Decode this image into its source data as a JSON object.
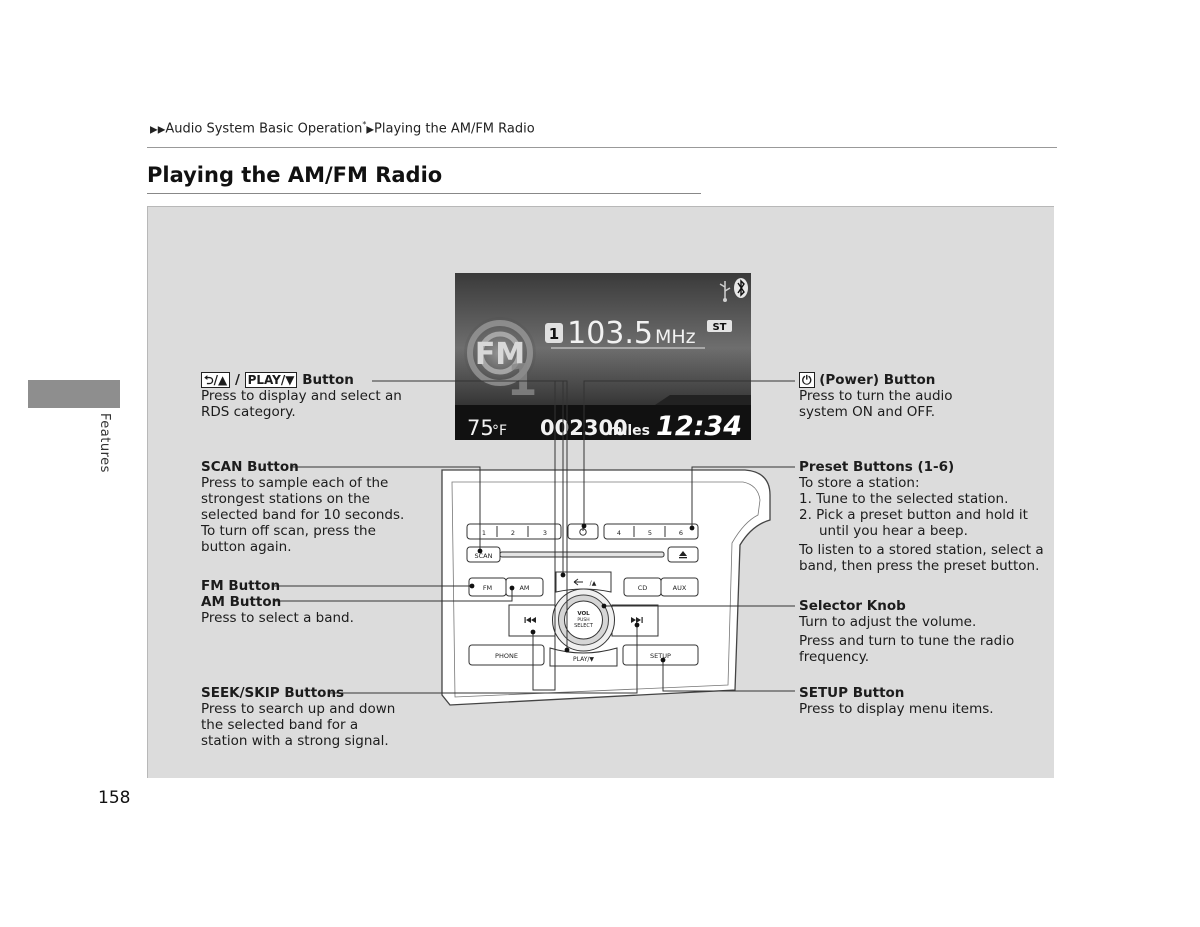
{
  "breadcrumb": {
    "part1": "Audio System Basic Operation",
    "asterisk": "*",
    "part2": "Playing the AM/FM Radio"
  },
  "page_title": "Playing the AM/FM Radio",
  "side_tab": {
    "label": "Features"
  },
  "page_number": "158",
  "display": {
    "band": "FM",
    "preset_number": "1",
    "big_preset": "1",
    "frequency": "103.5",
    "frequency_unit": "MHz",
    "stereo_badge": "ST",
    "temperature": "75",
    "temperature_unit": "°F",
    "odometer": "002300",
    "odometer_unit": "miles",
    "clock": "12:34"
  },
  "unit": {
    "preset_labels": [
      "1",
      "2",
      "3",
      "4",
      "5",
      "6"
    ],
    "scan": "SCAN",
    "fm": "FM",
    "am": "AM",
    "back_label": "/▲",
    "cd": "CD",
    "aux": "AUX",
    "knob_vol": "VOL",
    "knob_push": "PUSH",
    "knob_select": "SELECT",
    "play_label": "PLAY/▼",
    "phone": "PHONE",
    "setup": "SETUP"
  },
  "callouts": {
    "back_play": {
      "key_back": "/▲",
      "separator": "/",
      "key_play": "PLAY/▼",
      "title": "Button",
      "lines": [
        "Press to display and select an",
        "RDS category."
      ]
    },
    "power": {
      "title": "(Power) Button",
      "lines": [
        "Press to turn the audio",
        "system ON and OFF."
      ]
    },
    "scan": {
      "title": "SCAN Button",
      "lines": [
        "Press to sample each of the",
        "strongest stations on the",
        "selected band for 10 seconds.",
        "To turn off scan, press the",
        "button again."
      ]
    },
    "preset": {
      "title": "Preset Buttons (1-6)",
      "intro": "To store a station:",
      "step1": "1.  Tune to the selected station.",
      "step2a": "2.  Pick a preset button and hold it",
      "step2b": "until you hear a beep.",
      "outro1": "To listen to a stored station, select a",
      "outro2": "band, then press the preset button."
    },
    "fm_am": {
      "fm_title": "FM Button",
      "am_title": "AM Button",
      "line": "Press to select a band."
    },
    "selector": {
      "title": "Selector Knob",
      "line1": "Turn to adjust the volume.",
      "line2": "Press and turn to tune the radio",
      "line3": "frequency."
    },
    "seek": {
      "title": "SEEK/SKIP Buttons",
      "lines": [
        "Press to search up and down",
        "the selected band for a",
        "station with a strong signal."
      ]
    },
    "setup": {
      "title": "SETUP Button",
      "line": "Press to display menu items."
    }
  }
}
